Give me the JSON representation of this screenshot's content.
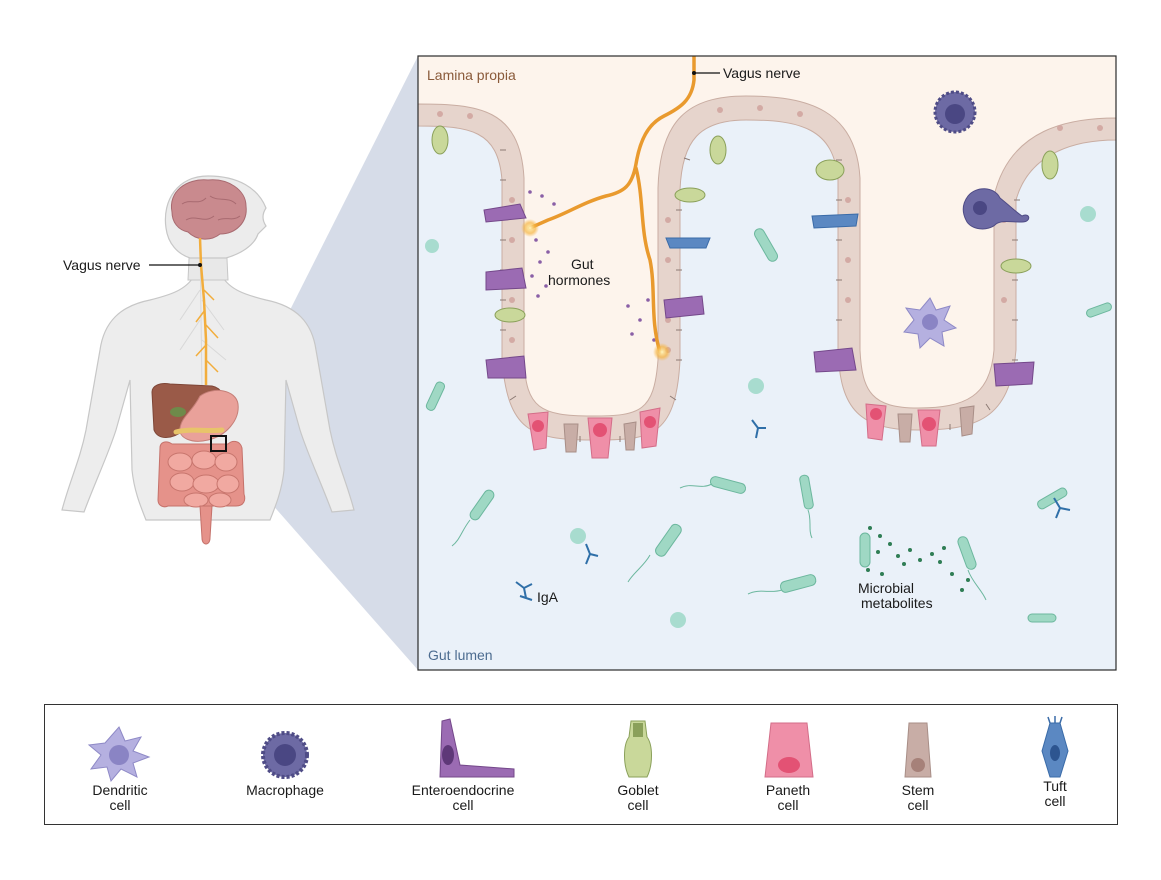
{
  "diagram": {
    "body_label_vagus": "Vagus nerve",
    "inset_label_vagus": "Vagus nerve",
    "region_top": "Lamina propia",
    "region_bottom": "Gut lumen",
    "gut_hormones_line1": "Gut",
    "gut_hormones_line2": "hormones",
    "metabolites_line1": "Microbial",
    "metabolites_line2": "metabolites",
    "iga": "IgA",
    "colors": {
      "lamina": "#fdf4ec",
      "lumen": "#eaf1f9",
      "nerve": "#f0a030",
      "epithelium": "#e6d4cc",
      "enteroendocrine": "#9b6bb3",
      "goblet": "#c9d89a",
      "paneth": "#ef8fa8",
      "tuft": "#5b88c2",
      "dendritic": "#b5b0e0",
      "macrophage": "#6d6aa4",
      "bacteria": "#9fd8c4",
      "zoom_wedge": "#cfd6e4"
    }
  },
  "legend": {
    "items": [
      {
        "name": "dendritic",
        "line1": "Dendritic",
        "line2": "cell"
      },
      {
        "name": "macrophage",
        "line1": "Macrophage",
        "line2": ""
      },
      {
        "name": "enteroendocrine",
        "line1": "Enteroendocrine",
        "line2": "cell"
      },
      {
        "name": "goblet",
        "line1": "Goblet",
        "line2": "cell"
      },
      {
        "name": "paneth",
        "line1": "Paneth",
        "line2": "cell"
      },
      {
        "name": "stem",
        "line1": "Stem",
        "line2": "cell"
      },
      {
        "name": "tuft",
        "line1": "Tuft",
        "line2": "cell"
      }
    ]
  }
}
